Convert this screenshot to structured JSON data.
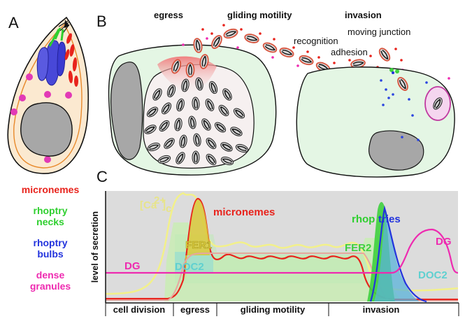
{
  "panels": {
    "a": "A",
    "b": "B",
    "c": "C"
  },
  "legend": [
    {
      "lines": [
        "micronemes"
      ],
      "color": "#e8231c"
    },
    {
      "lines": [
        "rhoptry",
        "necks"
      ],
      "color": "#2fcf2f"
    },
    {
      "lines": [
        "rhoptry",
        "bulbs"
      ],
      "color": "#2233dd"
    },
    {
      "lines": [
        "dense",
        "granules"
      ],
      "color": "#ee2ab0"
    }
  ],
  "panel_b": {
    "egress": "egress",
    "gliding": "gliding motility",
    "invasion": "invasion",
    "recognition": "recognition",
    "moving_junction": "moving junction",
    "adhesion": "adhesion"
  },
  "panel_c": {
    "ylabel": "level of secretion",
    "calcium_main": "[Ca",
    "calcium_sup": "2+",
    "calcium_close": "]",
    "calcium_sub": "c",
    "micronemes": "micronemes",
    "fer1": "FER1",
    "rhoptries_a": "rhop",
    "rhoptries_b": "tries",
    "fer2": "FER2",
    "dg_left": "DG",
    "dg_right": "DG",
    "doc2_left": "DOC2",
    "doc2_right": "DOC2",
    "stages": [
      "cell division",
      "egress",
      "gliding motility",
      "invasion"
    ],
    "colors": {
      "calcium": "#f2f08a",
      "micronemes": "#e8231c",
      "rhoptries_neck": "#2fcf2f",
      "rhoptries_bulb": "#2233dd",
      "dg": "#ee2ab0",
      "doc2": "#5fd0d0",
      "fer1_fill": "#d9c93a"
    }
  }
}
